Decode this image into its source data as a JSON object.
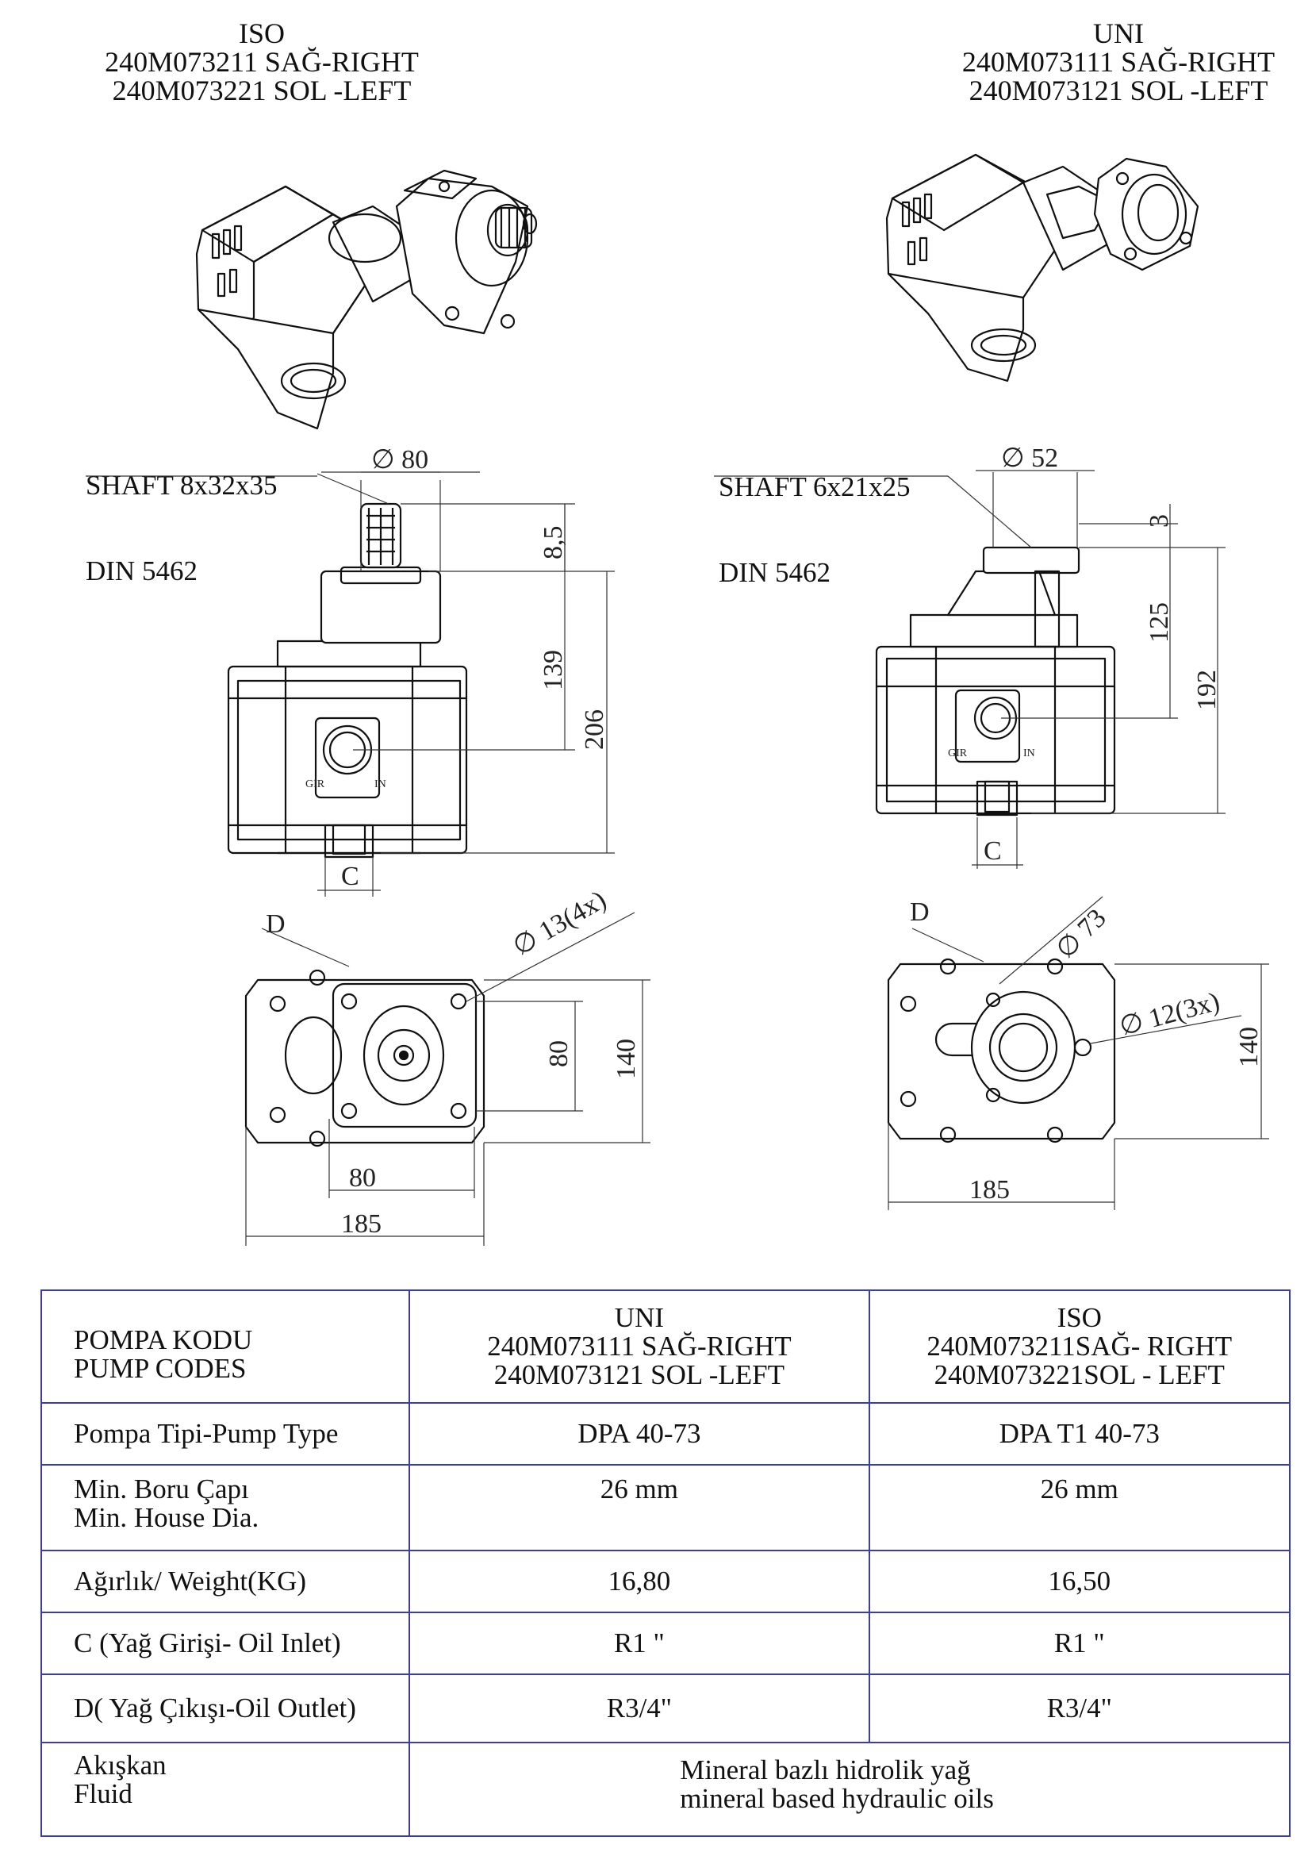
{
  "iso_header": {
    "title": "ISO",
    "code_right": "240M073211 SAĞ-RIGHT",
    "code_left": "240M073221 SOL -LEFT"
  },
  "uni_header": {
    "title": "UNI",
    "code_right": "240M073111 SAĞ-RIGHT",
    "code_left": "240M073121 SOL -LEFT"
  },
  "iso_drawing": {
    "shaft_line1": "SHAFT 8x32x35",
    "shaft_line2": "DIN 5462",
    "dim_flange_dia": "∅ 80",
    "dim_shaft_len": "8,5",
    "dim_axis_height": "139",
    "dim_total_height": "206",
    "dim_inlet": "C",
    "port_in_tr": "GIR",
    "port_in_en": "IN",
    "dim_outlet": "D",
    "dim_holes": "∅ 13(4x)",
    "dim_bolt_spacing_v": "80",
    "dim_height": "140",
    "dim_bolt_spacing_h": "80",
    "dim_width": "185"
  },
  "uni_drawing": {
    "shaft_line1": "SHAFT 6x21x25",
    "shaft_line2": "DIN 5462",
    "dim_flange_dia": "∅ 52",
    "dim_shaft_len": "3",
    "dim_axis_height": "125",
    "dim_total_height": "192",
    "dim_inlet": "C",
    "port_in_tr": "GIR",
    "port_in_en": "IN",
    "dim_outlet": "D",
    "dim_flange_circle": "∅ 73",
    "dim_holes": "∅ 12(3x)",
    "dim_height": "140",
    "dim_width": "185"
  },
  "table": {
    "code_label_tr": "POMPA KODU",
    "code_label_en": "PUMP CODES",
    "uni_title": "UNI",
    "uni_code_right": "240M073111 SAĞ-RIGHT",
    "uni_code_left": "240M073121 SOL -LEFT",
    "iso_title": "ISO",
    "iso_code_right": "240M073211SAĞ- RIGHT",
    "iso_code_left": "240M073221SOL - LEFT",
    "rows": [
      {
        "label": "Pompa Tipi-Pump Type",
        "uni": "DPA 40-73",
        "iso": "DPA T1 40-73"
      },
      {
        "label_tr": "Min. Boru Çapı",
        "label_en": "Min. House Dia.",
        "uni": "26 mm",
        "iso": "26 mm"
      },
      {
        "label": "Ağırlık/ Weight(KG)",
        "uni": "16,80",
        "iso": "16,50"
      },
      {
        "label": "C (Yağ Girişi- Oil Inlet)",
        "uni": "R1 \"",
        "iso": "R1 \""
      },
      {
        "label": "D( Yağ Çıkışı-Oil Outlet)",
        "uni": "R3/4\"",
        "iso": "R3/4\""
      }
    ],
    "fluid_label_tr": "Akışkan",
    "fluid_label_en": "Fluid",
    "fluid_value_tr": "Mineral bazlı hidrolik yağ",
    "fluid_value_en": "mineral based hydraulic oils"
  }
}
